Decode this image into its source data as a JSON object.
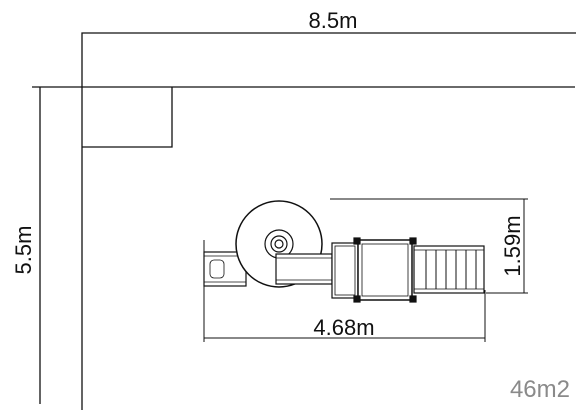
{
  "dimensions": {
    "width": "8.5m",
    "depth": "5.5m",
    "equipment_length": "4.68m",
    "equipment_width": "1.59m"
  },
  "area": "46m2",
  "colors": {
    "line": "#111111",
    "fill": "#ffffff",
    "area_text": "#8a8a8a"
  }
}
